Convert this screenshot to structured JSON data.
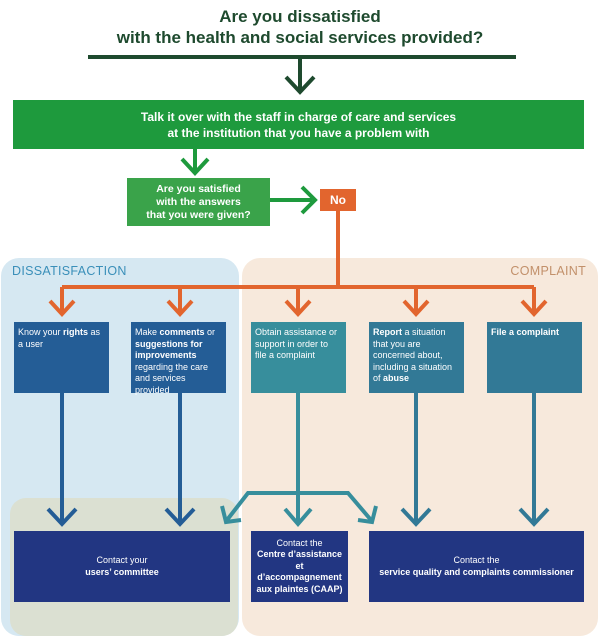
{
  "title": {
    "line1": "Are you dissatisfied",
    "line2": "with the health and social services provided?"
  },
  "step1": {
    "line1": "Talk it over with the staff in charge of care and services",
    "line2": "at the institution that you have a problem with"
  },
  "question": {
    "line1": "Are you satisfied",
    "line2": "with the answers",
    "line3": "that you were given?"
  },
  "answer_no": "No",
  "zones": {
    "dissatisfaction": "DISSATISFACTION",
    "complaint": "COMPLAINT"
  },
  "options": [
    {
      "pre": "Know your ",
      "bold": "rights",
      "post": " as a user"
    },
    {
      "pre": "Make ",
      "bold": "comments",
      "mid": " or ",
      "bold2": "suggestions for improvements",
      "post": " regarding the care and services provided"
    },
    {
      "pre": "Obtain assistance or support in order to file a complaint"
    },
    {
      "bold": "Report",
      "post": " a situation that you are concerned about, including a situation of ",
      "bold2": "abuse"
    },
    {
      "bold": "File a complaint"
    }
  ],
  "destinations": [
    {
      "line1": "Contact your",
      "bold": "users’ committee"
    },
    {
      "line1": "Contact the",
      "bold": "Centre d’assistance et d’accompagnement aux plaintes (CAAP)"
    },
    {
      "line1": "Contact the",
      "bold": "service quality and complaints commissioner"
    }
  ],
  "colors": {
    "dark_green": "#1e4a2e",
    "green": "#1e9a3d",
    "orange": "#e2652e",
    "blue": "#245d96",
    "teal": "#378e9c",
    "navy": "#223682",
    "zone_blue": "#d6e8f2",
    "zone_tan": "#f7e9dc"
  }
}
